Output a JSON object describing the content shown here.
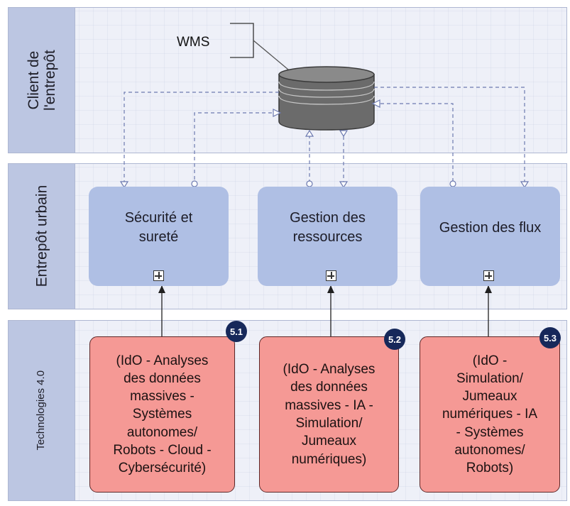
{
  "lanes": {
    "client": "Client de\nl'entrepôt",
    "entrepot": "Entrepôt urbain",
    "technologies": "Technologies 4.0"
  },
  "wms": {
    "label": "WMS"
  },
  "activities": [
    {
      "label": "Sécurité et\nsureté"
    },
    {
      "label": "Gestion des\nressources"
    },
    {
      "label": "Gestion des flux"
    }
  ],
  "technologies": [
    {
      "badge": "5.1",
      "text": "(IdO - Analyses\ndes données\nmassives -\nSystèmes\nautonomes/\nRobots - Cloud -\nCybersécurité)"
    },
    {
      "badge": "5.2",
      "text": "(IdO - Analyses\ndes données\nmassives - IA -\nSimulation/\nJumeaux\nnumériques)"
    },
    {
      "badge": "5.3",
      "text": "(IdO -\nSimulation/\nJumeaux\nnumériques - IA\n- Systèmes\nautonomes/\nRobots)"
    }
  ],
  "colors": {
    "lane_background": "#eef0f8",
    "lane_header": "#bcc6e2",
    "activity_fill": "#afbfe4",
    "technology_fill": "#f59995",
    "badge_fill": "#16285a",
    "database_fill": "#6b6b6b"
  }
}
